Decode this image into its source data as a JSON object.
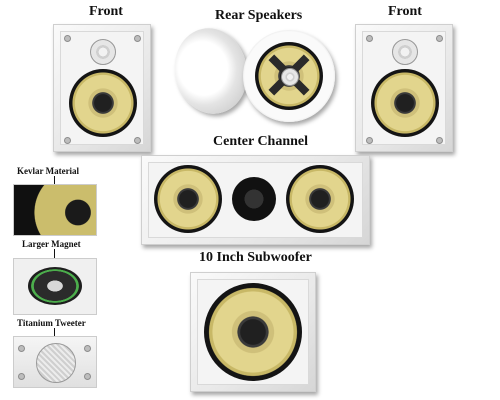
{
  "labels": {
    "front_left": "Front",
    "rear": "Rear Speakers",
    "front_right": "Front",
    "center": "Center Channel",
    "subwoofer": "10 Inch Subwoofer",
    "kevlar": "Kevlar Material",
    "magnet": "Larger Magnet",
    "tweeter": "Titanium Tweeter"
  },
  "colors": {
    "cone_yellow": "#e2d58d",
    "surround_black": "#141414",
    "frame_white": "#f4f4f4"
  }
}
